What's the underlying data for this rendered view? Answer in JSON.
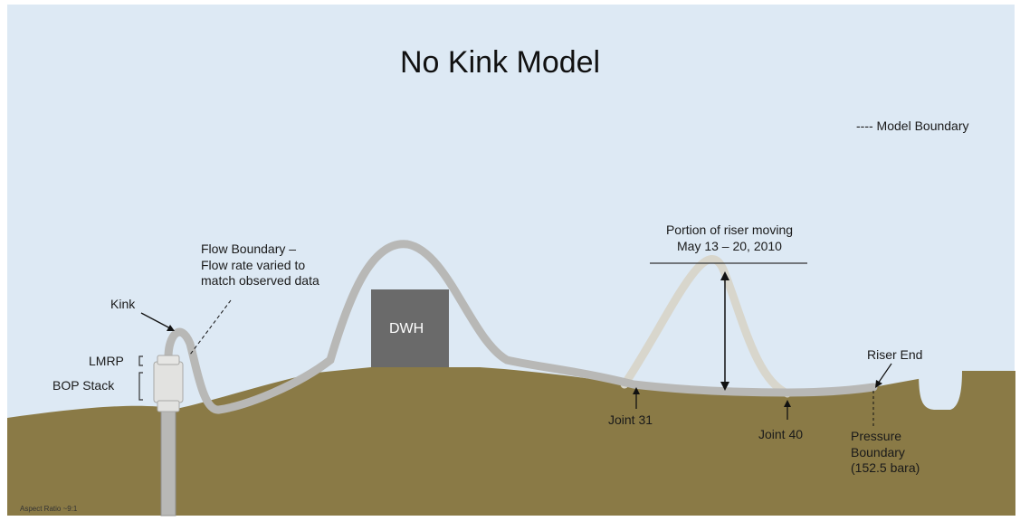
{
  "title": "No Kink Model",
  "legend": {
    "dash": "----",
    "label": "Model Boundary"
  },
  "labels": {
    "flow_boundary": [
      "Flow Boundary –",
      "Flow rate varied to",
      "match observed data"
    ],
    "kink": "Kink",
    "lmrp": "LMRP",
    "bop_stack": "BOP Stack",
    "dwh": "DWH",
    "portion": [
      "Portion of riser moving",
      "May 13 – 20, 2010"
    ],
    "riser_end": "Riser End",
    "joint_31": "Joint 31",
    "joint_40": "Joint 40",
    "pressure_boundary": [
      "Pressure",
      "Boundary",
      "(152.5 bara)"
    ],
    "aspect_ratio": "Aspect Ratio ~9:1"
  },
  "colors": {
    "sky": "#dde9f4",
    "seabed": "#8a7a46",
    "riser": "#b8b8b6",
    "riser_ghost": "#d8d6cc",
    "dwh": "#6a6a6a"
  }
}
